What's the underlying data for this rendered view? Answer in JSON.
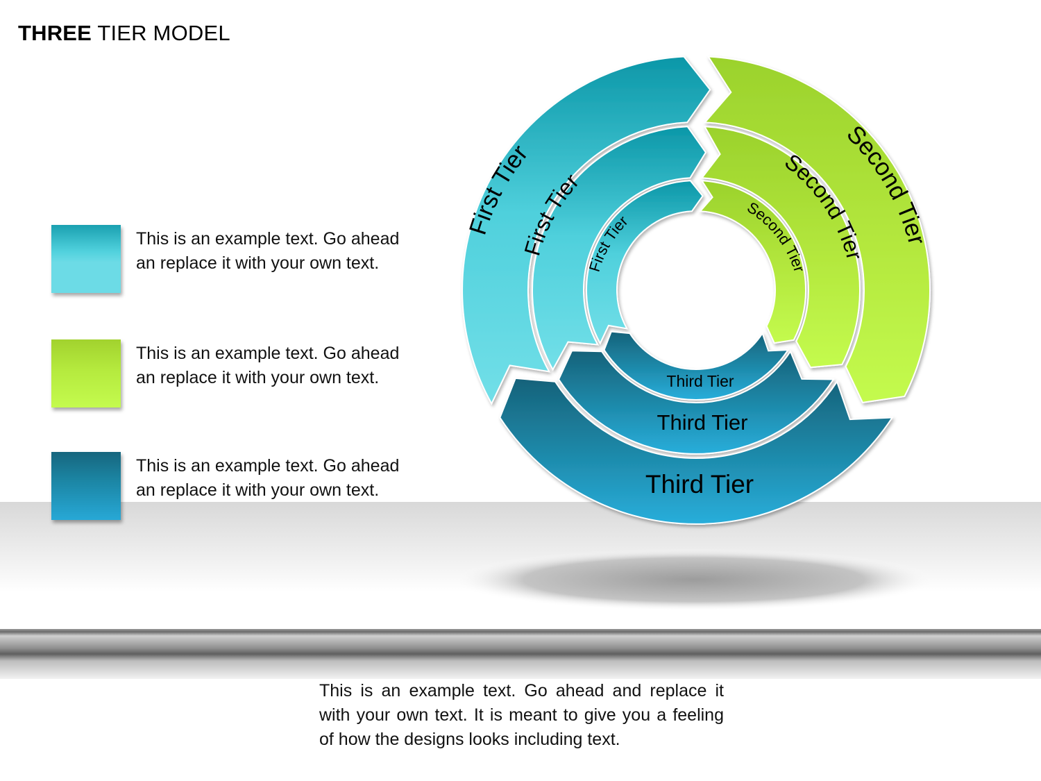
{
  "title": {
    "bold": "THREE",
    "rest": " TIER MODEL"
  },
  "legend": [
    {
      "text": "This is an example text. Go ahead an replace it with your own text.",
      "color": "#4fd0dc"
    },
    {
      "text": "This is an example text. Go ahead an replace it with your own text.",
      "color": "#b5ea3e"
    },
    {
      "text": "This is an example text. Go ahead an replace it with your own text.",
      "color": "#1b84a2"
    }
  ],
  "rings": {
    "outer": {
      "first": "First Tier",
      "second": "Second Tier",
      "third": "Third Tier"
    },
    "middle": {
      "first": "First Tier",
      "second": "Second Tier",
      "third": "Third Tier"
    },
    "inner": {
      "first": "First Tier",
      "second": "Second Tier",
      "third": "Third Tier"
    }
  },
  "colors": {
    "first_tier": "#4fd0dc",
    "second_tier": "#b5ea3e",
    "third_tier": "#1b84a2"
  },
  "footer": {
    "text": "This is an example text. Go ahead and replace it with your own text. It is meant to give you a feeling of how the designs looks including text."
  }
}
